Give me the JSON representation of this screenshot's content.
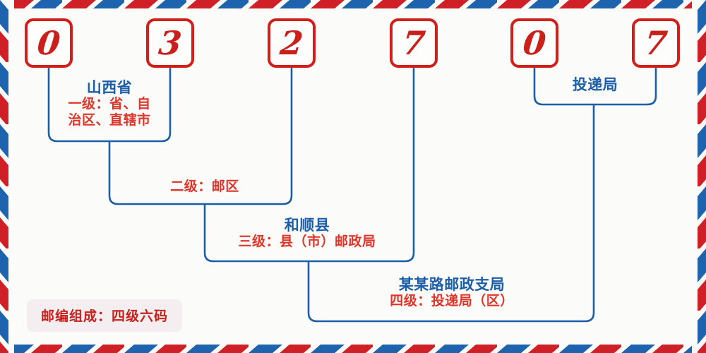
{
  "theme": {
    "red": "#d11f19",
    "blue": "#1c5ea8",
    "label_red": "#e0352b",
    "paper": "#fbfbf9",
    "badge_bg": "#f4eef1"
  },
  "postcode": {
    "full": "032707",
    "digits": [
      {
        "value": "0",
        "name": "digit-1"
      },
      {
        "value": "3",
        "name": "digit-2"
      },
      {
        "value": "2",
        "name": "digit-3"
      },
      {
        "value": "7",
        "name": "digit-4"
      },
      {
        "value": "0",
        "name": "digit-5"
      },
      {
        "value": "7",
        "name": "digit-6"
      }
    ]
  },
  "levels": [
    {
      "id": "level-1",
      "place": "山西省",
      "level_text": "一级：省、自治区、直辖市",
      "level_line_1": "一级：省、自",
      "level_line_2": "治区、直辖市",
      "covers_digits": "1-2"
    },
    {
      "id": "level-2",
      "place": "",
      "level_text": "二级：邮区",
      "covers_digits": "3"
    },
    {
      "id": "level-3",
      "place": "和顺县",
      "level_text": "三级：县（市）邮政局",
      "covers_digits": "4"
    },
    {
      "id": "level-4",
      "place": "某某路邮政支局",
      "level_text": "四级：投递局（区）",
      "covers_digits": "5-6"
    }
  ],
  "delivery_office": {
    "label": "投递局"
  },
  "footer": {
    "badge_text": "邮编组成：四级六码"
  }
}
